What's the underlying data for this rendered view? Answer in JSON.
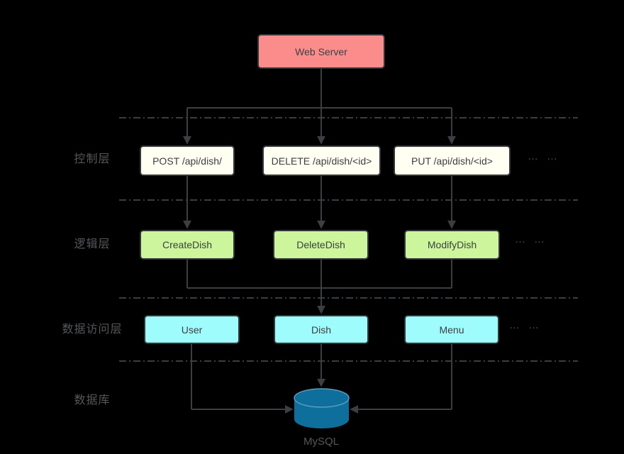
{
  "diagram": {
    "root": {
      "label": "Web Server"
    },
    "layers": [
      {
        "label": "控制层",
        "ellipsis": "……",
        "nodes": [
          {
            "label": "POST /api/dish/"
          },
          {
            "label": "DELETE /api/dish/<id>"
          },
          {
            "label": "PUT /api/dish/<id>"
          }
        ]
      },
      {
        "label": "逻辑层",
        "ellipsis": "……",
        "nodes": [
          {
            "label": "CreateDish"
          },
          {
            "label": "DeleteDish"
          },
          {
            "label": "ModifyDish"
          }
        ]
      },
      {
        "label": "数据访问层",
        "ellipsis": "……",
        "nodes": [
          {
            "label": "User"
          },
          {
            "label": "Dish"
          },
          {
            "label": "Menu"
          }
        ]
      },
      {
        "label": "数据库",
        "nodes": [
          {
            "label": "MySQL"
          }
        ]
      }
    ],
    "connections": [
      "Web Server -> POST /api/dish/",
      "Web Server -> DELETE /api/dish/<id>",
      "Web Server -> PUT /api/dish/<id>",
      "POST /api/dish/ -> CreateDish",
      "DELETE /api/dish/<id> -> DeleteDish",
      "PUT /api/dish/<id> -> ModifyDish",
      "CreateDish + DeleteDish + ModifyDish -> Dish",
      "User -> MySQL",
      "Dish -> MySQL",
      "Menu -> MySQL"
    ],
    "colors": {
      "background": "#000000",
      "node_pink": "#fa8c8c",
      "node_cream": "#fffff2",
      "node_green": "#cdf59c",
      "node_cyan": "#9ffcfc",
      "cylinder_blue": "#0e6f9d",
      "line_gray": "#3b3f41",
      "separator_gray": "#4f5355",
      "label_gray": "#54585a",
      "node_border": "#33373a"
    }
  }
}
